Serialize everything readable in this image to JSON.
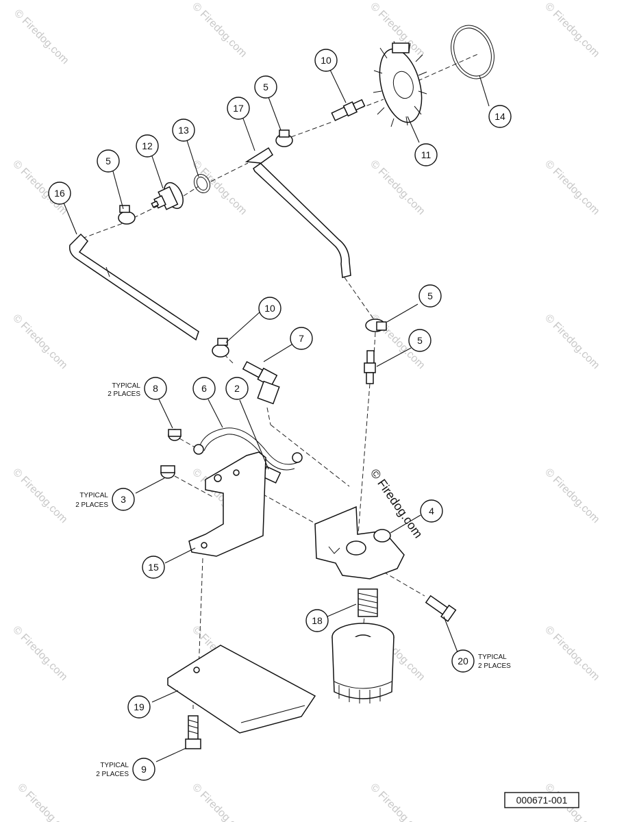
{
  "diagram": {
    "reference_number": "000671-001",
    "brand_mark": "© Firedog.com",
    "watermark": "© Firedog.com",
    "callouts": [
      {
        "id": "c10a",
        "label": "10"
      },
      {
        "id": "c14",
        "label": "14"
      },
      {
        "id": "c5a",
        "label": "5"
      },
      {
        "id": "c17",
        "label": "17"
      },
      {
        "id": "c11",
        "label": "11"
      },
      {
        "id": "c13",
        "label": "13"
      },
      {
        "id": "c12",
        "label": "12"
      },
      {
        "id": "c5b",
        "label": "5"
      },
      {
        "id": "c16",
        "label": "16"
      },
      {
        "id": "c5c",
        "label": "5"
      },
      {
        "id": "c5d",
        "label": "5"
      },
      {
        "id": "c10b",
        "label": "10"
      },
      {
        "id": "c7",
        "label": "7"
      },
      {
        "id": "c8",
        "label": "8"
      },
      {
        "id": "c6",
        "label": "6"
      },
      {
        "id": "c2",
        "label": "2"
      },
      {
        "id": "c4",
        "label": "4"
      },
      {
        "id": "c3",
        "label": "3"
      },
      {
        "id": "c15",
        "label": "15"
      },
      {
        "id": "c18",
        "label": "18"
      },
      {
        "id": "c20",
        "label": "20"
      },
      {
        "id": "c19",
        "label": "19"
      },
      {
        "id": "c9",
        "label": "9"
      }
    ],
    "notes": {
      "n8": [
        "TYPICAL",
        "2 PLACES"
      ],
      "n3": [
        "TYPICAL",
        "2 PLACES"
      ],
      "n20": [
        "TYPICAL",
        "2 PLACES"
      ],
      "n9": [
        "TYPICAL",
        "2 PLACES"
      ]
    }
  }
}
